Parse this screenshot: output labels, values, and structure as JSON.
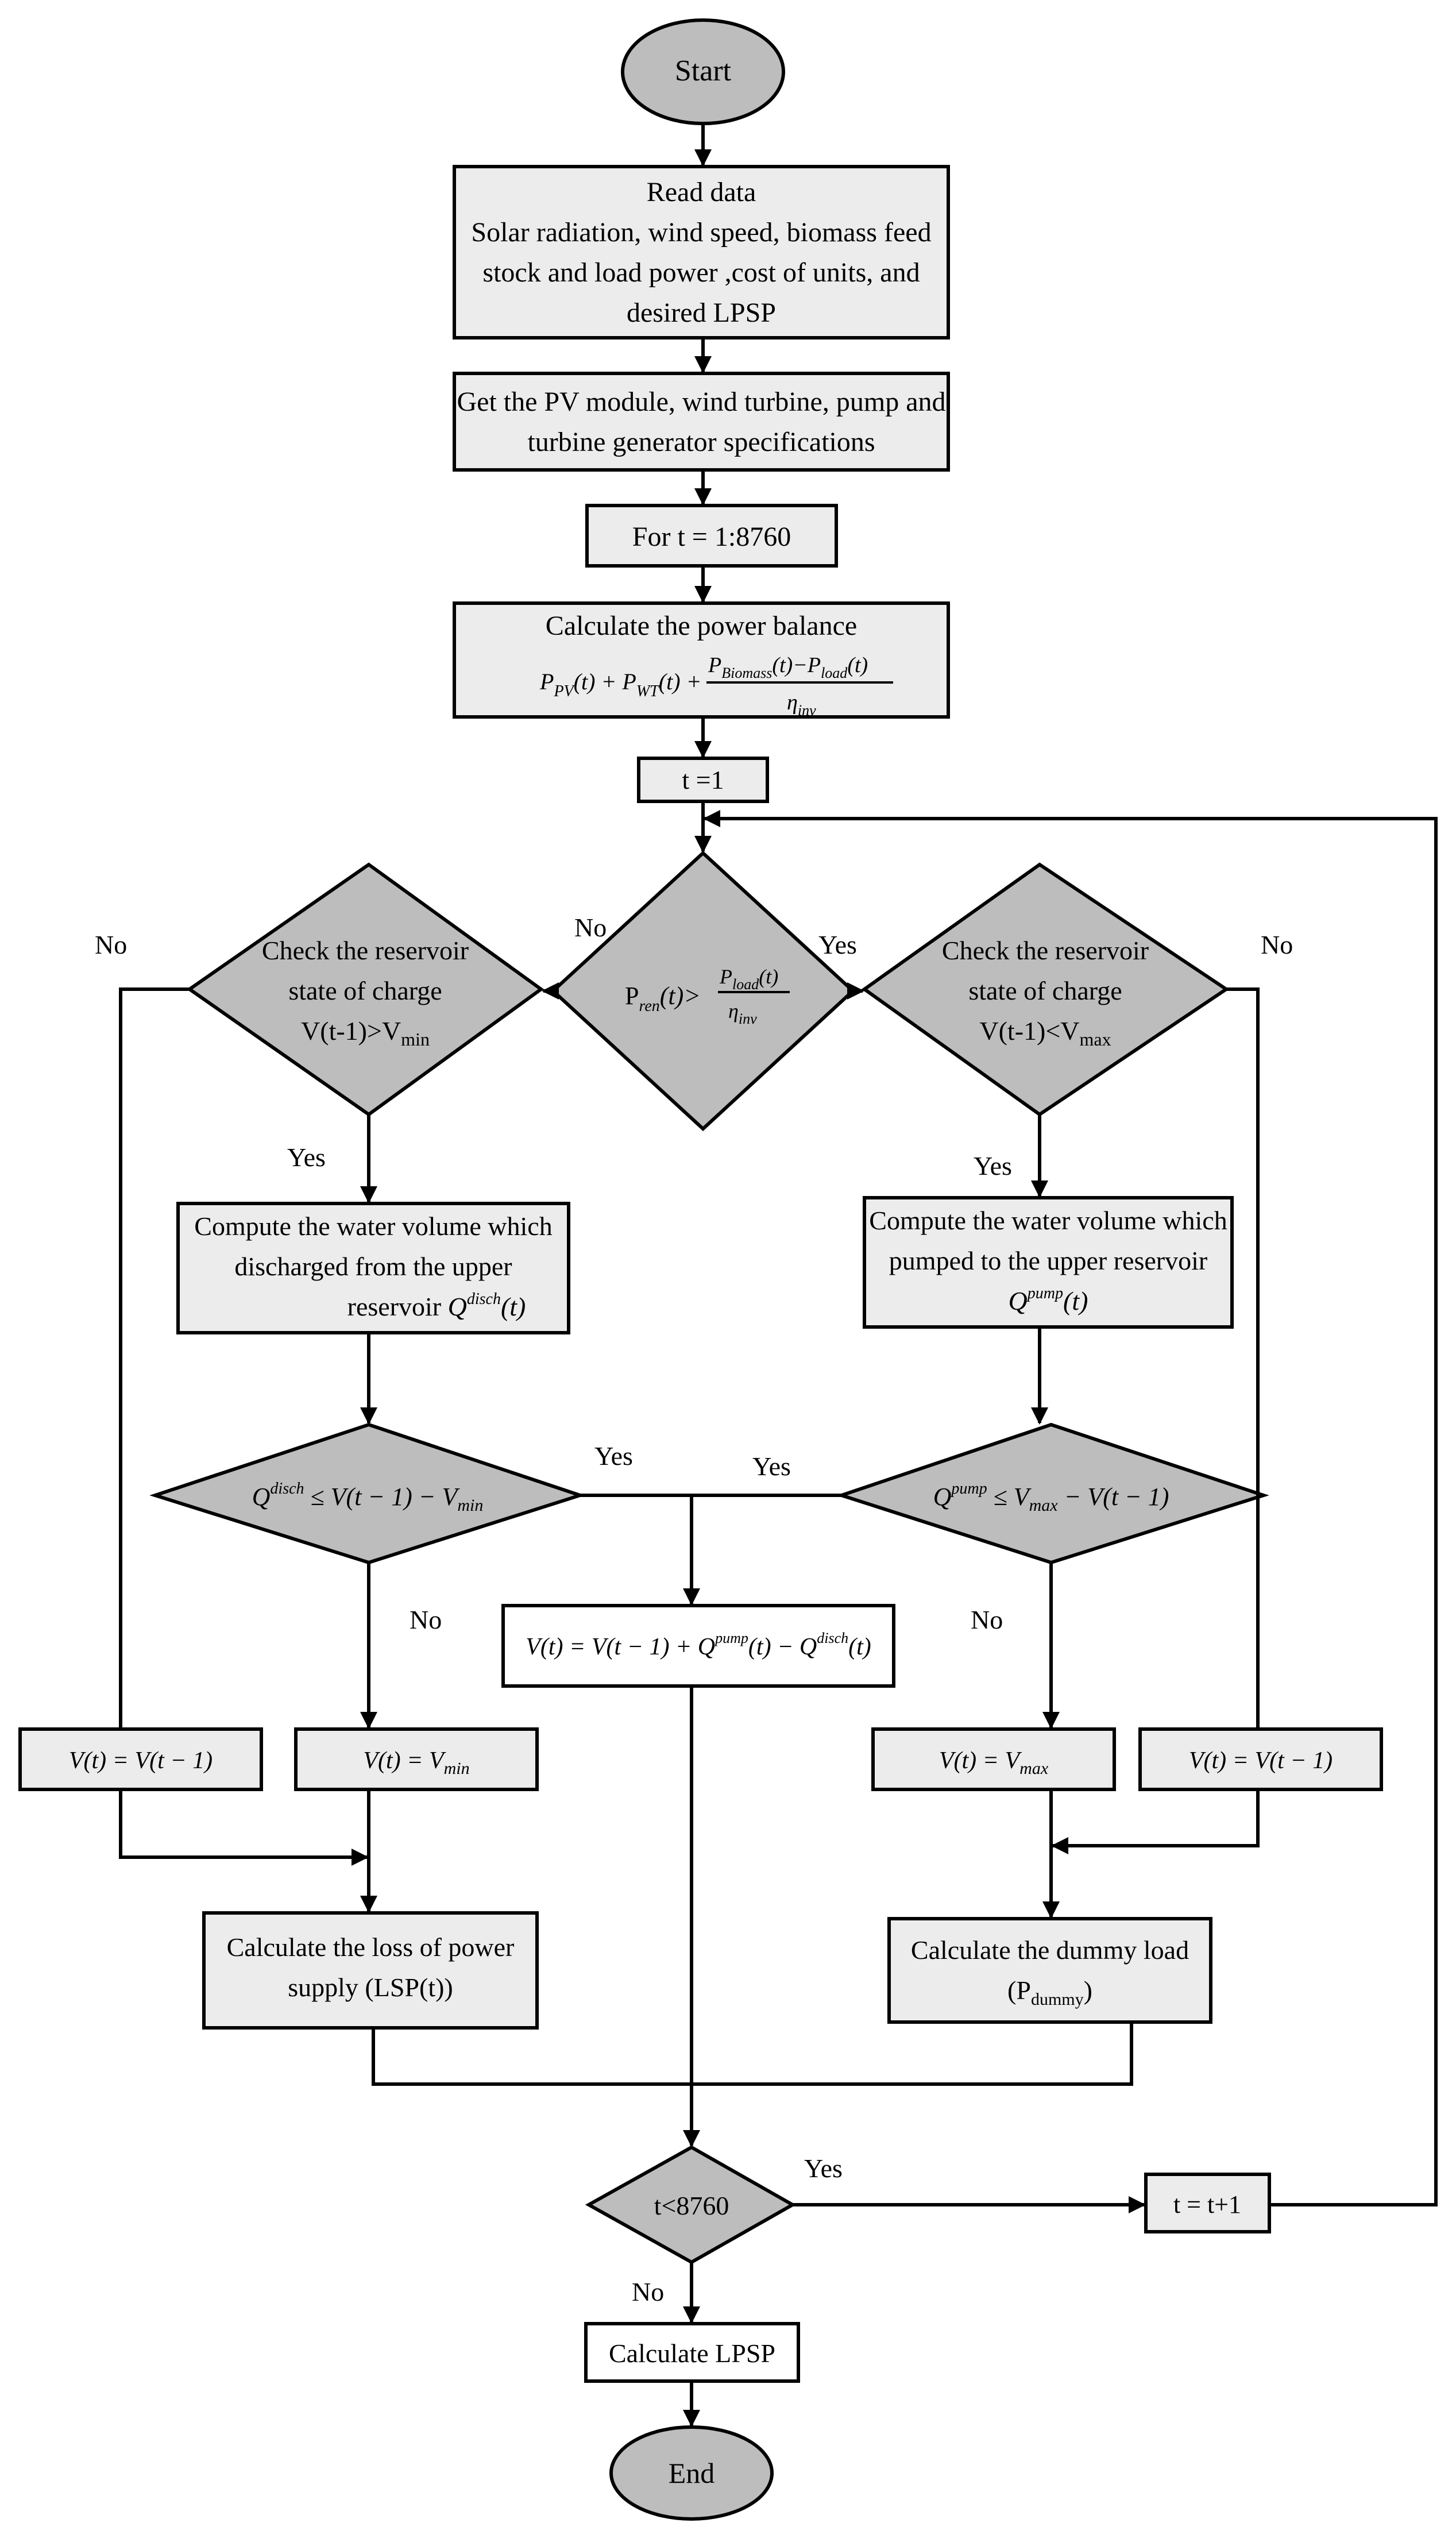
{
  "start": "Start",
  "end": "End",
  "read_data": {
    "lines": [
      "Read data",
      "Solar radiation, wind speed, biomass feed",
      "stock and load power ,cost of units, and",
      "desired LPSP"
    ]
  },
  "specs": {
    "lines": [
      "Get the PV module, wind turbine, pump and",
      "turbine generator specifications"
    ]
  },
  "loop_for": "For t = 1:8760",
  "power_balance": {
    "title": "Calculate the power balance",
    "formula": {
      "p": "P",
      "pv": "PV",
      "t": "(t)",
      "plus": "+",
      "wt": "WT",
      "num_p1": "P",
      "biomass": "Biomass",
      "num_mid": "(t)−P",
      "load": "load",
      "num_end": "(t)",
      "eta": "η",
      "inv": "inv"
    }
  },
  "t_init": "t =1",
  "decision_main": {
    "p": "P",
    "ren": "ren",
    "t_gt": "(t)>",
    "num_p": "P",
    "load": "load",
    "num_t": "(t)",
    "eta": "η",
    "inv": "inv"
  },
  "check_left": {
    "line1": "Check the reservoir",
    "line2": "state of charge",
    "line3": "V(t-1)>V",
    "sub": "min"
  },
  "check_right": {
    "line1": "Check the reservoir",
    "line2": "state of charge",
    "line3": "V(t-1)<V",
    "sub": "max"
  },
  "discharge_box": {
    "line1": "Compute the water volume which",
    "line2": "discharged from the upper",
    "line3": "reservoir",
    "q": "Q",
    "sup": "disch",
    "t": "(t)"
  },
  "pump_box": {
    "line1": "Compute the water volume which",
    "line2": "pumped to the upper reservoir",
    "q": "Q",
    "sup": "pump",
    "t": "(t)"
  },
  "cond_left": {
    "q": "Q",
    "sup": "disch",
    "rest": "≤ V(t − 1) − V",
    "sub": "min"
  },
  "cond_right": {
    "q": "Q",
    "sup": "pump",
    "mid": "≤ V",
    "sub": "max",
    "rest": "− V(t − 1)"
  },
  "update_center": {
    "a": "V(t) = V(t − 1) + Q",
    "pump": "pump",
    "b": "(t) − Q",
    "disch": "disch",
    "c": "(t)"
  },
  "hold_left": "V(t) = V(t − 1)",
  "hold_right": "V(t) = V(t − 1)",
  "vmin_box": {
    "a": "V(t) = V",
    "sub": "min"
  },
  "vmax_box": {
    "a": "V(t) = V",
    "sub": "max"
  },
  "lsp_box": {
    "line1": "Calculate the loss of power",
    "line2": "supply (LSP(t))"
  },
  "dummy_box": {
    "line1": "Calculate the dummy load",
    "a": "(P",
    "sub": "dummy",
    "b": ")"
  },
  "decision_end": "t<8760",
  "increment": "t = t+1",
  "calc_lpsp": "Calculate LPSP",
  "labels": {
    "no_main": "No",
    "yes_main": "Yes",
    "no_left": "No",
    "no_right": "No",
    "yes_left": "Yes",
    "yes_right": "Yes",
    "yes_cond_left": "Yes",
    "yes_cond_right": "Yes",
    "no_cond_left": "No",
    "no_cond_right": "No",
    "yes_end": "Yes",
    "no_end": "No"
  }
}
